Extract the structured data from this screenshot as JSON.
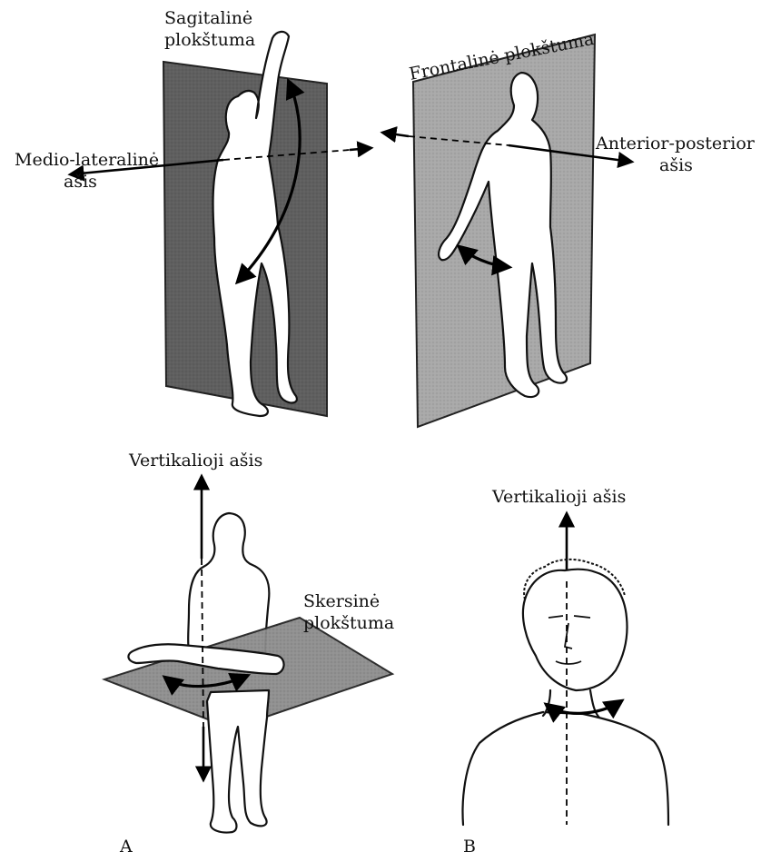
{
  "labels": {
    "sagittal_plane": [
      "Sagitalinė",
      "plokštuma"
    ],
    "frontal_plane": "Frontalinė plokštuma",
    "medio_lateral_axis": [
      "Medio-lateralinė",
      "ašis"
    ],
    "anterior_posterior_axis": [
      "Anterior-posterior",
      "ašis"
    ],
    "vertical_axis_a": "Vertikalioji ašis",
    "vertical_axis_b": "Vertikalioji ašis",
    "transverse_plane": [
      "Skersinė",
      "plokštuma"
    ],
    "panel_a": "A",
    "panel_b": "B"
  },
  "colors": {
    "sagittal_plane_fill": "#5f5f5f",
    "frontal_plane_fill": "#a9a9a9",
    "transverse_plane_fill": "#8c8c8c",
    "line": "#000000",
    "figure_fill": "#ffffff"
  }
}
